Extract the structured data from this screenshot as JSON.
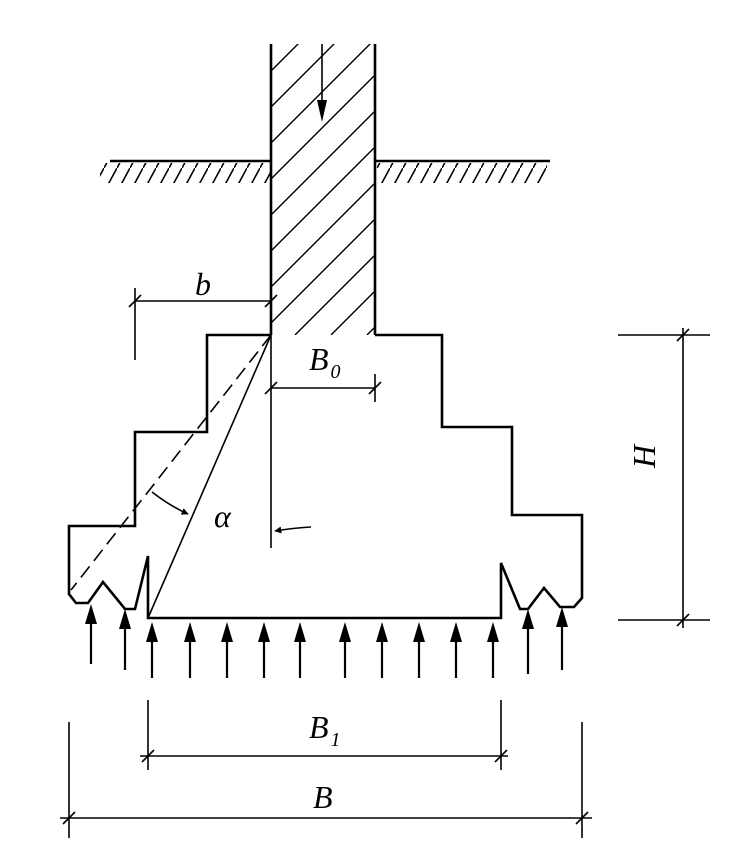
{
  "labels": {
    "b": "b",
    "B0_main": "B",
    "B0_sub": "0",
    "alpha": "α",
    "H": "H",
    "B1_main": "B",
    "B1_sub": "1",
    "B": "B"
  }
}
